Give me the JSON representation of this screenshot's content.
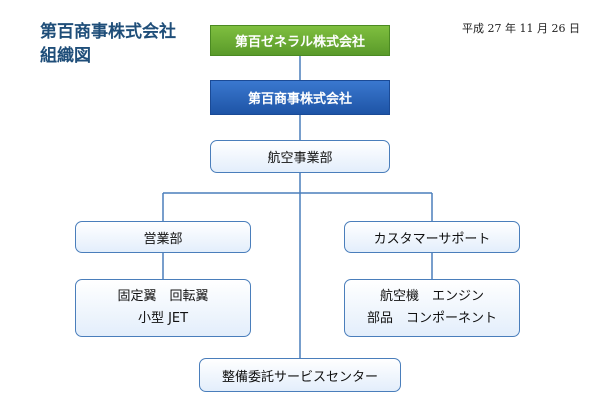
{
  "title": {
    "line1": "第百商事株式会社",
    "line2": "組織図"
  },
  "date": "平成 27 年 11 月 26 日",
  "org": {
    "parent": "第百ゼネラル株式会社",
    "company": "第百商事株式会社",
    "division": "航空事業部",
    "sales": {
      "name": "営業部",
      "items": [
        "固定翼　回転翼",
        "小型 JET"
      ]
    },
    "support": {
      "name": "カスタマーサポート",
      "items": [
        "航空機　エンジン",
        "部品　コンポーネント"
      ]
    },
    "maintenance": "整備委託サービスセンター"
  },
  "colors": {
    "title": "#1F4E79",
    "parent_box": "#6AAA34",
    "company_box": "#2A64BC",
    "connector": "#4A7EBB"
  }
}
